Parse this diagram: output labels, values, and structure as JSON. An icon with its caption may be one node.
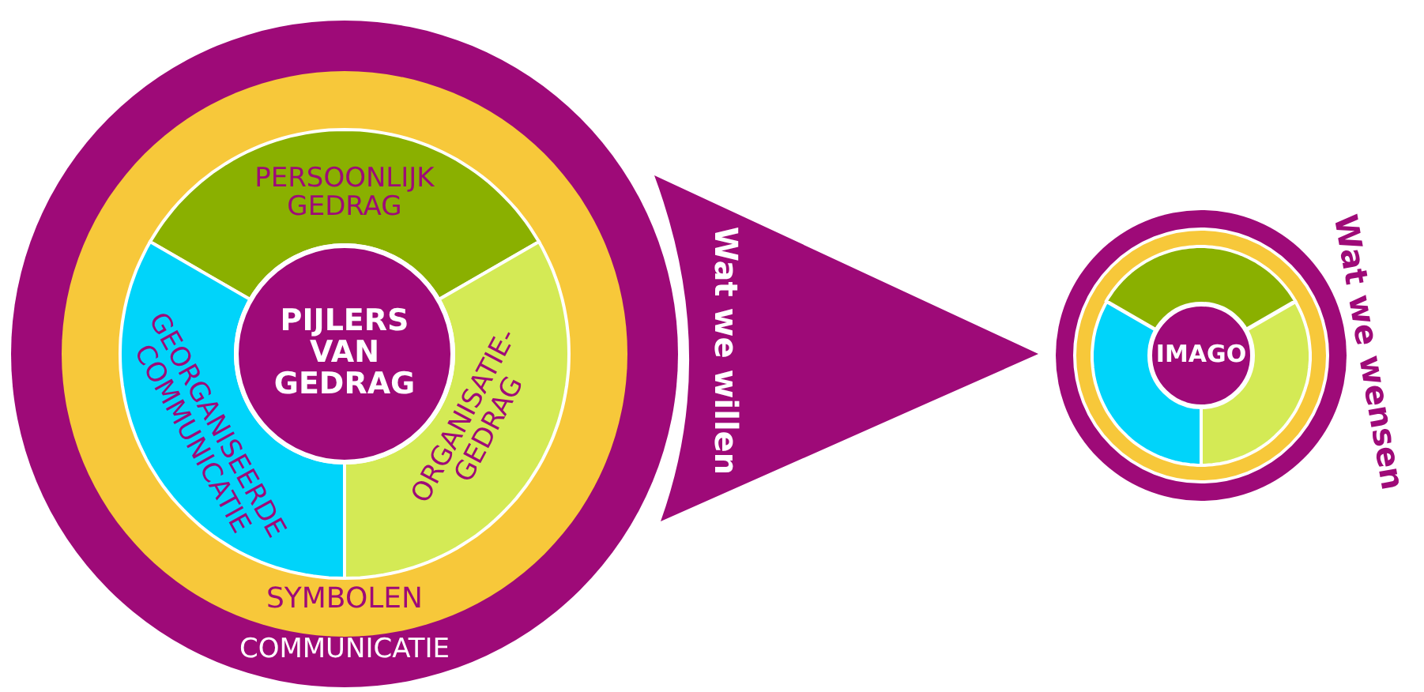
{
  "diagram": {
    "nodes": [
      {
        "text": [
          "COMMUNICATIE"
        ]
      },
      {
        "text": [
          "SYMBOLEN"
        ],
        "in": 0
      },
      {
        "text": [
          "PERSOONLIJK GEDRAG"
        ],
        "in": 1
      },
      {
        "text": [
          "GEORGANISEERDE COMMUNICATIE"
        ],
        "in": 1
      },
      {
        "text": [
          "ORGANISATIE- GEDRAG"
        ],
        "in": 1
      },
      {
        "text": [
          "PIJLERS VAN GEDRAG"
        ],
        "in": 1
      },
      {
        "text": [
          "Wat we willen"
        ]
      },
      {
        "text": [],
        "shape": "circle",
        "beside": [
          "Wat we wensen"
        ]
      },
      {
        "text": [],
        "shape": "circle",
        "in": 7
      },
      {
        "text": [],
        "shape": "segment",
        "in": 8
      },
      {
        "text": [],
        "shape": "segment",
        "in": 8
      },
      {
        "text": [],
        "shape": "segment",
        "in": 8
      },
      {
        "text": [
          "IMAGO"
        ],
        "in": 8
      }
    ]
  }
}
